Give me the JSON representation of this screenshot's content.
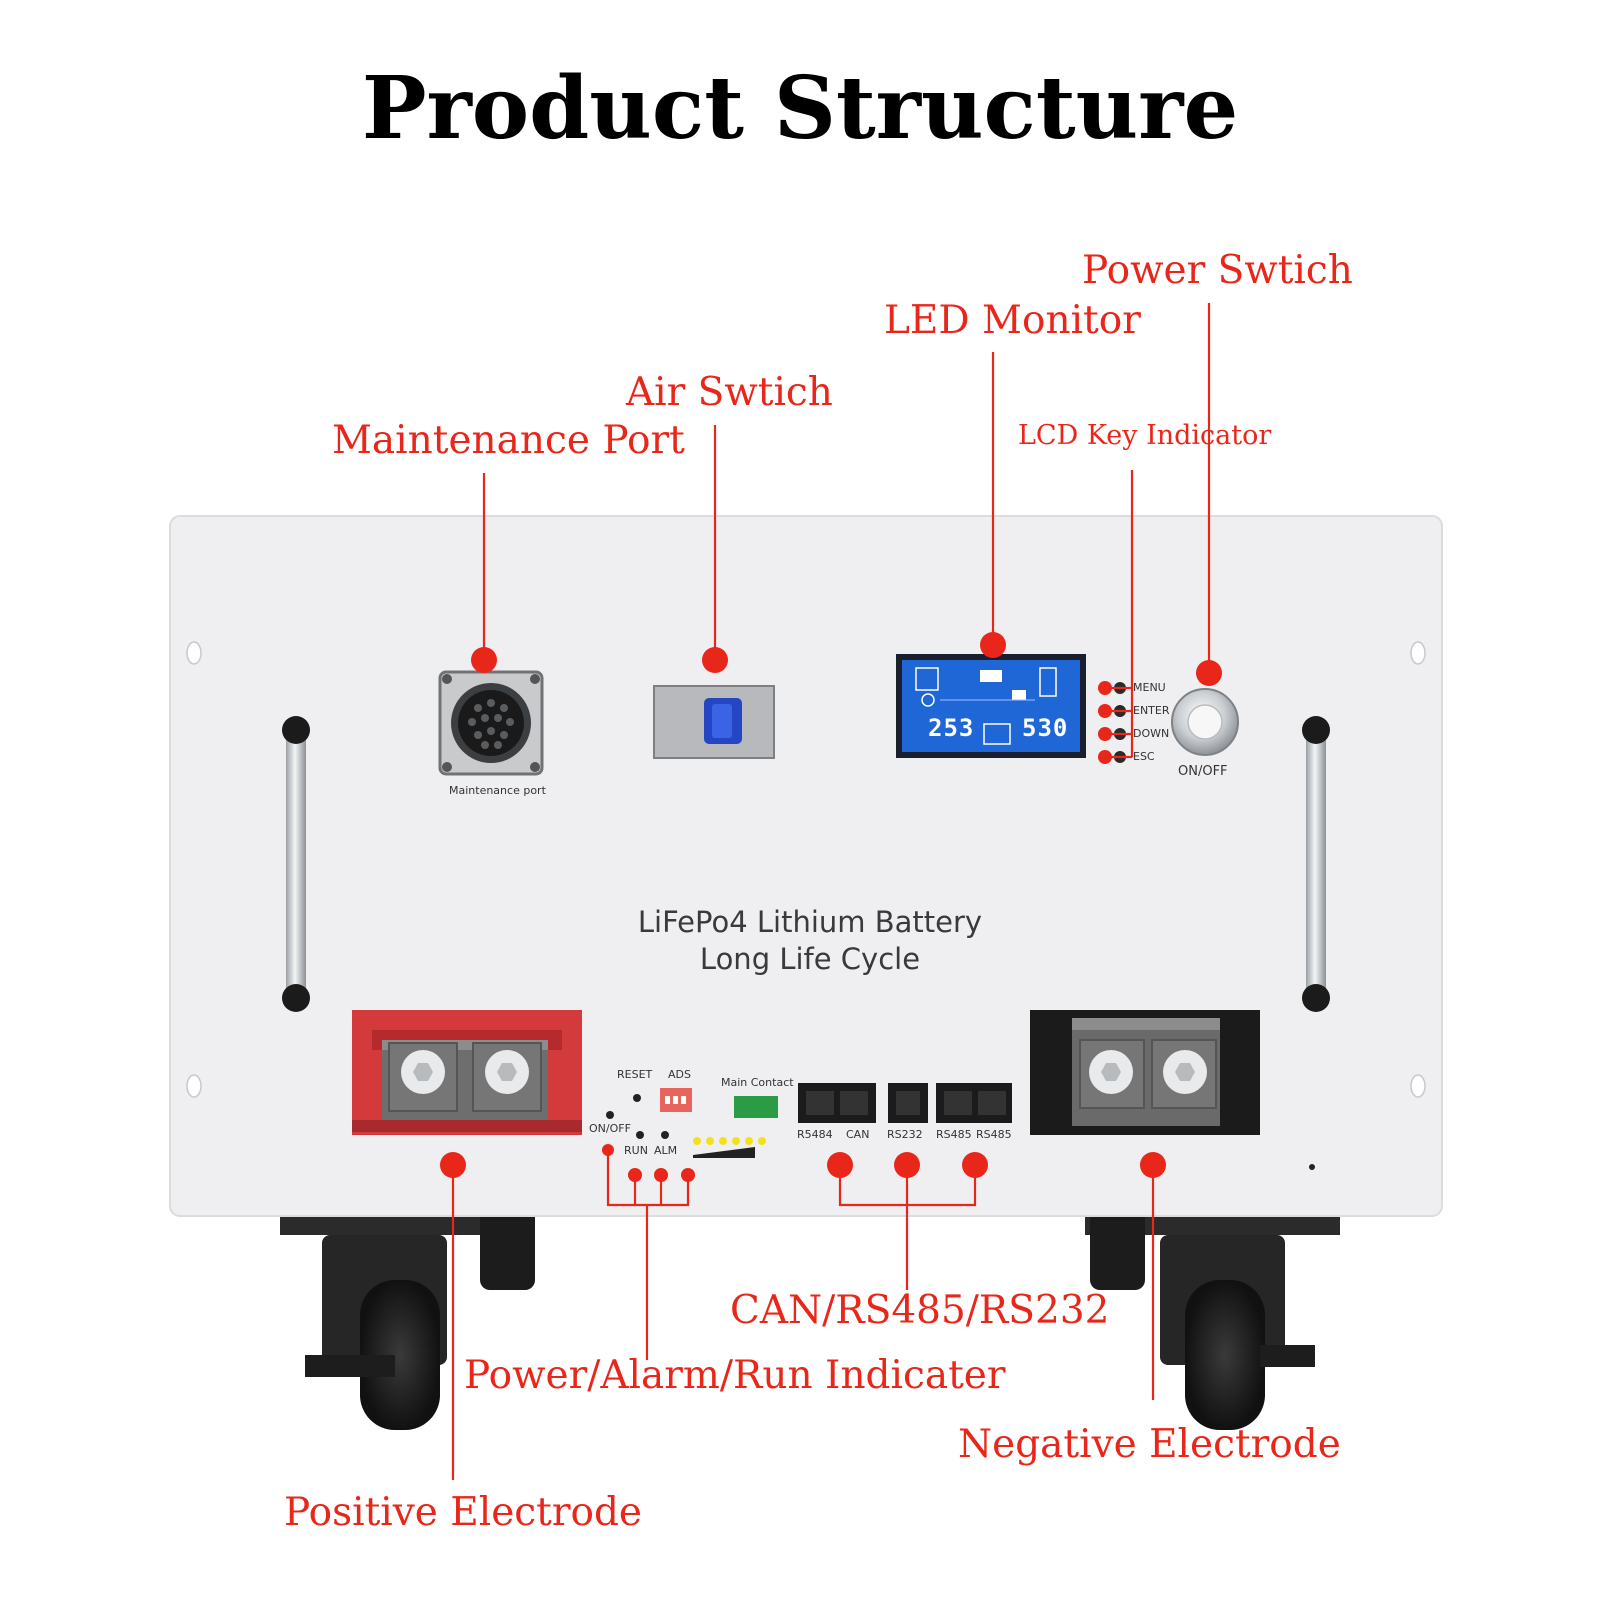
{
  "title": "Product Structure",
  "callouts": {
    "power_switch": "Power Swtich",
    "led_monitor": "LED Monitor",
    "air_switch": "Air Swtich",
    "maintenance_port": "Maintenance Port",
    "lcd_key_indicator": "LCD Key Indicator",
    "can_rs485_rs232": "CAN/RS485/RS232",
    "power_alarm_run": "Power/Alarm/Run Indicater",
    "negative_electrode": "Negative Electrode",
    "positive_electrode": "Positive Electrode"
  },
  "panel": {
    "brand_line1": "LiFePo4 Lithium Battery",
    "brand_line2": "Long Life Cycle",
    "maintenance_label": "Maintenance port",
    "onoff_label": "ON/OFF",
    "keys": [
      "MENU",
      "ENTER",
      "DOWN",
      "ESC"
    ],
    "lcd_left": "253",
    "lcd_right": "530",
    "reset": "RESET",
    "ads": "ADS",
    "main_contact": "Main Contact",
    "onoff_small": "ON/OFF",
    "run": "RUN",
    "alm": "ALM",
    "ports": [
      "R5484",
      "CAN",
      "RS232",
      "RS485",
      "RS485"
    ]
  },
  "colors": {
    "accent": "#e8271a",
    "panel": "#efeff1",
    "lcd": "#1f66d6",
    "positive_terminal": "#d23a3c",
    "negative_terminal": "#1b1b1b"
  }
}
